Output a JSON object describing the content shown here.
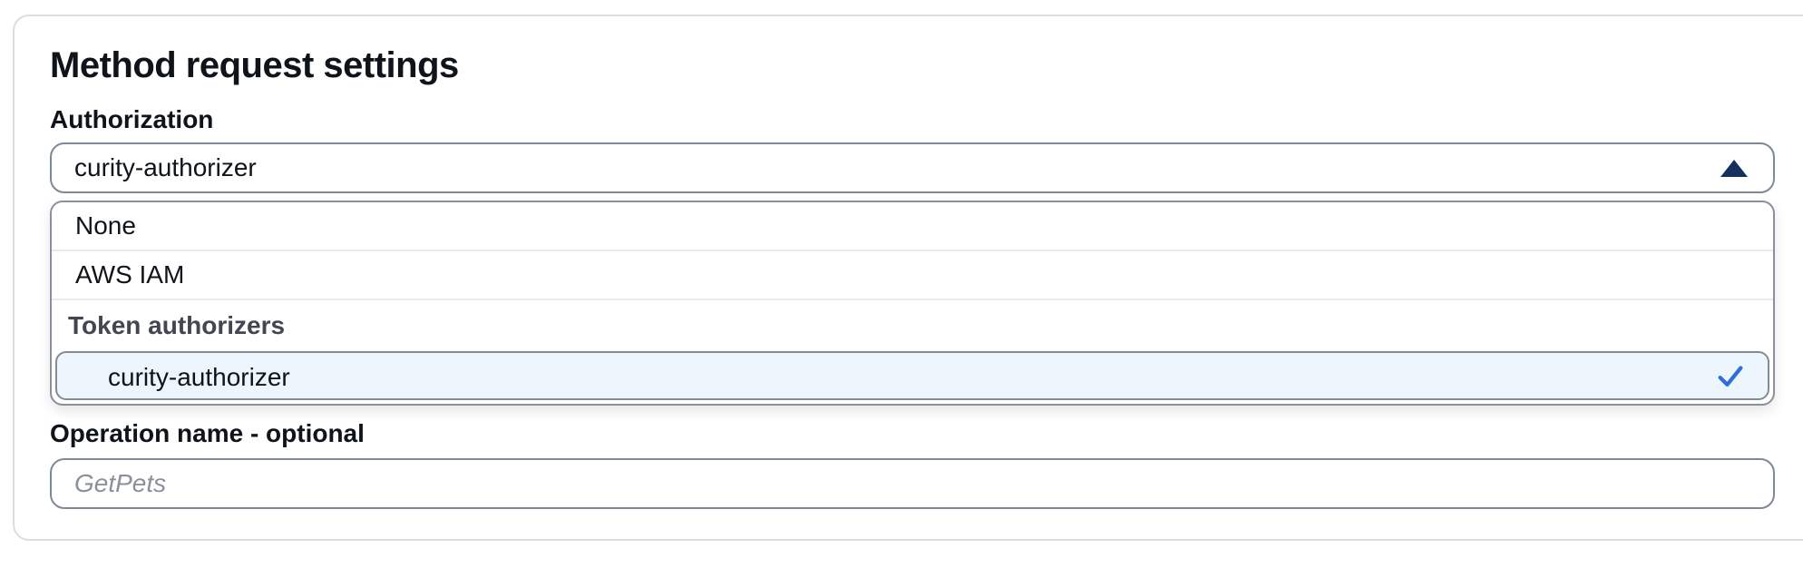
{
  "card": {
    "title": "Method request settings"
  },
  "authorization_field": {
    "label": "Authorization",
    "selected_value": "curity-authorizer",
    "state": "expanded",
    "caret_icon": "caret-up-icon",
    "dropdown": {
      "options": [
        {
          "label": "None",
          "type": "option",
          "selected": false
        },
        {
          "label": "AWS IAM",
          "type": "option",
          "selected": false
        },
        {
          "label": "Token authorizers",
          "type": "group-header"
        },
        {
          "label": "curity-authorizer",
          "type": "option",
          "selected": true,
          "group": "Token authorizers",
          "icon": "check-icon"
        }
      ]
    }
  },
  "operation_name_field": {
    "label": "Operation name - optional",
    "value": "",
    "placeholder": "GetPets"
  },
  "colors": {
    "text": "#0f141a",
    "group_header_text": "#424650",
    "control_border": "#7d8998",
    "card_border": "#d9dde2",
    "divider": "#e9ebed",
    "selected_option_bg": "#eef6fd",
    "selected_option_border": "#858b94",
    "caret": "#15305f",
    "check": "#2e6fd8"
  }
}
